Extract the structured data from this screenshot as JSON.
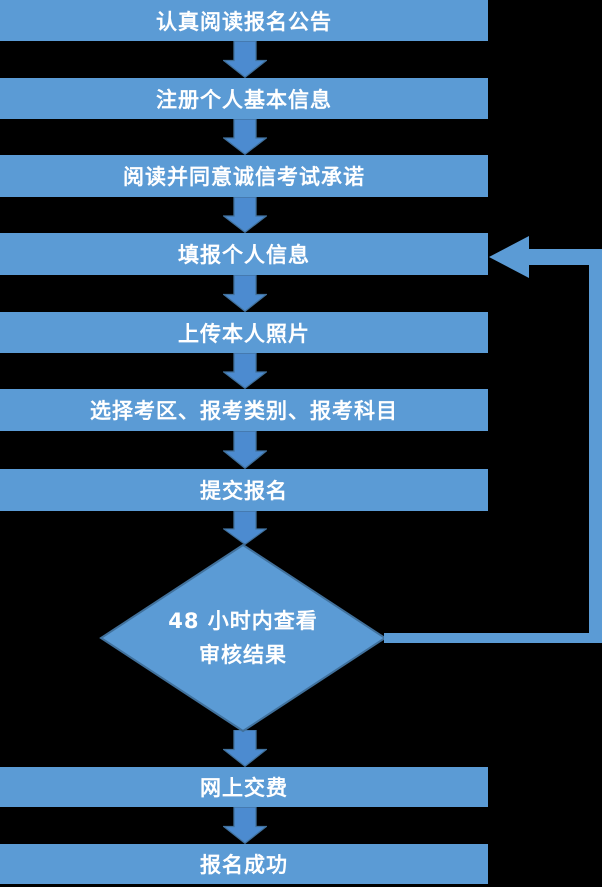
{
  "diagram": {
    "type": "flowchart",
    "steps": [
      {
        "label": "认真阅读报名公告"
      },
      {
        "label": "注册个人基本信息"
      },
      {
        "label": "阅读并同意诚信考试承诺"
      },
      {
        "label": "填报个人信息"
      },
      {
        "label": "上传本人照片"
      },
      {
        "label": "选择考区、报考类别、报考科目"
      },
      {
        "label": "提交报名"
      },
      {
        "label": "网上交费"
      },
      {
        "label": "报名成功"
      }
    ],
    "decision": {
      "label_line1": "48 小时内查看",
      "label_line2": "审核结果"
    },
    "colors": {
      "background": "#000000",
      "box_fill": "#5B9BD5",
      "arrow_fill": "#4C8BD0",
      "shape_border": "#41719C",
      "text": "#FFFFFF"
    }
  }
}
